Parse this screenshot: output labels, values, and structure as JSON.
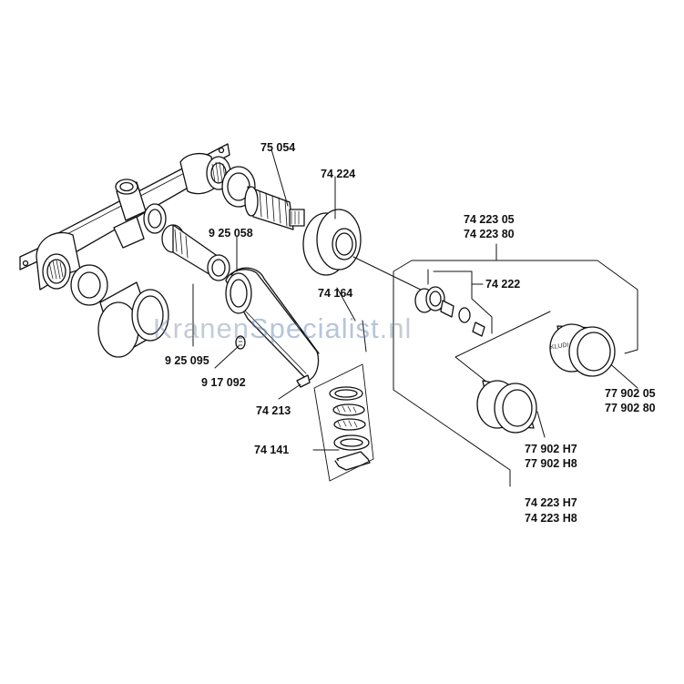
{
  "labels": {
    "p75054": "75 054",
    "p74224": "74 224",
    "p925058": "9 25 058",
    "p74164": "74 164",
    "p925095": "9 25 095",
    "p917092": "9 17 092",
    "p74213": "74 213",
    "p74141": "74 141",
    "p7422305": "74 223 05",
    "p7422380": "74 223 80",
    "p74222": "74 222",
    "p7790205": "77 902 05",
    "p7790280": "77 902 80",
    "p77902H7": "77 902 H7",
    "p77902H8": "77 902 H8",
    "p74223H7": "74 223 H7",
    "p74223H8": "74 223 H8"
  },
  "watermark": {
    "part1": "Kranen",
    "part2": "Specialist",
    "part3": ".nl"
  },
  "rosette_text": "KLUDI",
  "colors": {
    "line": "#111111",
    "watermark_gray": "#7a8fa8",
    "watermark_blue": "#5d7fb0"
  }
}
